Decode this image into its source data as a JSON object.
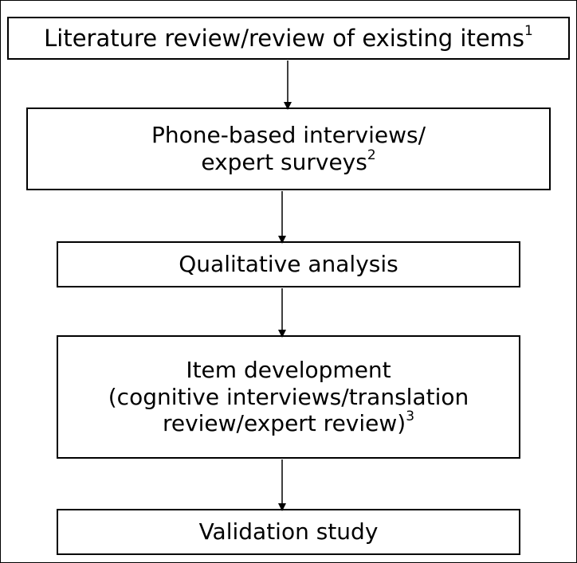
{
  "diagram": {
    "boxes": [
      {
        "id": "lit",
        "lines": [
          {
            "text": "Literature review/review of existing items",
            "sup": "1"
          }
        ]
      },
      {
        "id": "phone",
        "lines": [
          {
            "text": "Phone-based interviews/",
            "sup": ""
          },
          {
            "text": "expert surveys",
            "sup": "2"
          }
        ]
      },
      {
        "id": "qual",
        "lines": [
          {
            "text": "Qualitative analysis",
            "sup": ""
          }
        ]
      },
      {
        "id": "item",
        "lines": [
          {
            "text": "Item development",
            "sup": ""
          },
          {
            "text": "(cognitive interviews/translation",
            "sup": ""
          },
          {
            "text": "review/expert review)",
            "sup": "3"
          }
        ]
      },
      {
        "id": "valid",
        "lines": [
          {
            "text": "Validation study",
            "sup": ""
          }
        ]
      }
    ],
    "colors": {
      "stroke": "#000000",
      "background": "#ffffff"
    }
  }
}
